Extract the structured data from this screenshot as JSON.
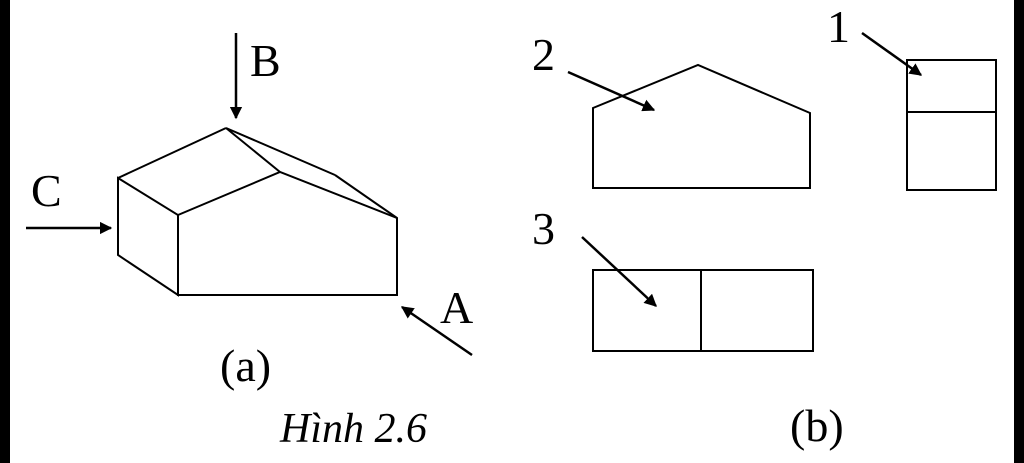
{
  "figure": {
    "caption": "Hình 2.6",
    "part_a": {
      "label": "(a)",
      "arrow_labels": {
        "a": "A",
        "b": "B",
        "c": "C"
      }
    },
    "part_b": {
      "label": "(b)",
      "view_numbers": {
        "one": "1",
        "two": "2",
        "three": "3"
      }
    }
  },
  "colors": {
    "ink": "#000000",
    "paper": "#ffffff",
    "border": "#000000"
  }
}
